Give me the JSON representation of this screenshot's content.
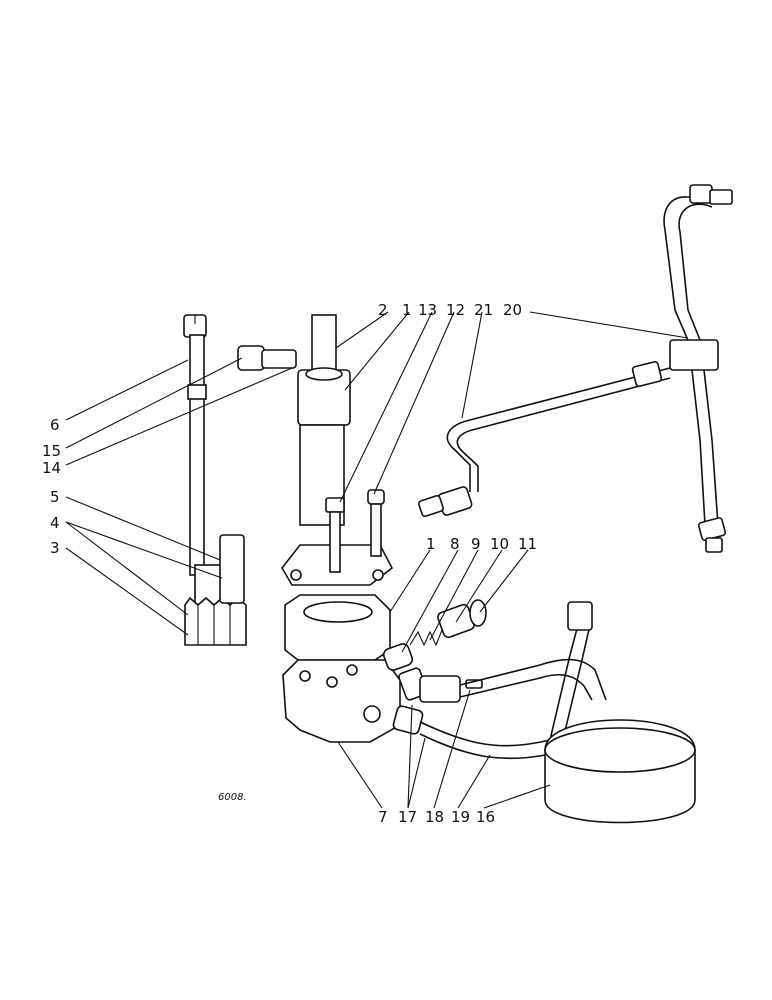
{
  "labels": {
    "l2": "2",
    "l1a": "1",
    "l13": "13",
    "l12": "12",
    "l21": "21",
    "l20": "20",
    "l6": "6",
    "l15": "15",
    "l14": "14",
    "l5": "5",
    "l4": "4",
    "l3": "3",
    "l1b": "1",
    "l8": "8",
    "l9": "9",
    "l10": "10",
    "l11": "11",
    "l7": "7",
    "l17": "17",
    "l18": "18",
    "l19": "19",
    "l16": "16"
  },
  "reference": "6008."
}
